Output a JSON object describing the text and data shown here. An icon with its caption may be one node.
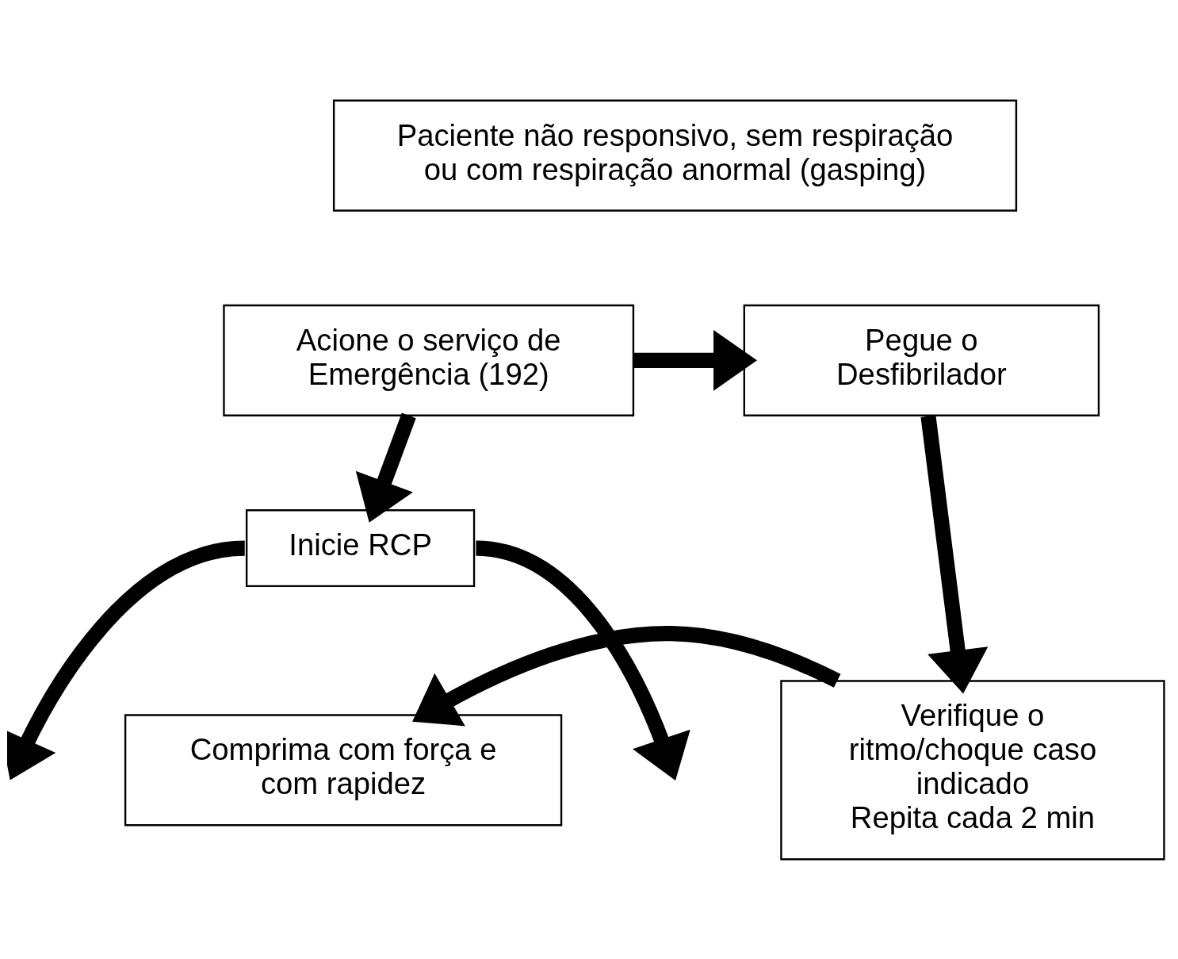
{
  "diagram": {
    "nodes": [
      {
        "text": [
          "Paciente não responsivo, sem respiração ou com respiração anormal (gasping)"
        ]
      },
      {
        "text": [
          "Acione o serviço de Emergência (192)"
        ]
      },
      {
        "text": [
          "Pegue o Desfibrilador"
        ]
      },
      {
        "text": [
          "Inicie RCP"
        ]
      },
      {
        "text": [
          "Comprima com força e com rapidez"
        ]
      },
      {
        "text": [
          "Verifique o ritmo/choque caso indicado",
          "Repita cada 2 min"
        ]
      }
    ],
    "edges": [
      {
        "from": 1,
        "to": 2,
        "arrow": "to"
      },
      {
        "from": 1,
        "to": 3,
        "arrow": "to"
      },
      {
        "from": 2,
        "to": 5,
        "arrow": "to"
      },
      {
        "from": 5,
        "to": 4,
        "arrow": "to"
      },
      {
        "from": 3,
        "to": null,
        "arrow": "to"
      },
      {
        "from": 3,
        "to": null,
        "arrow": "to"
      }
    ]
  }
}
